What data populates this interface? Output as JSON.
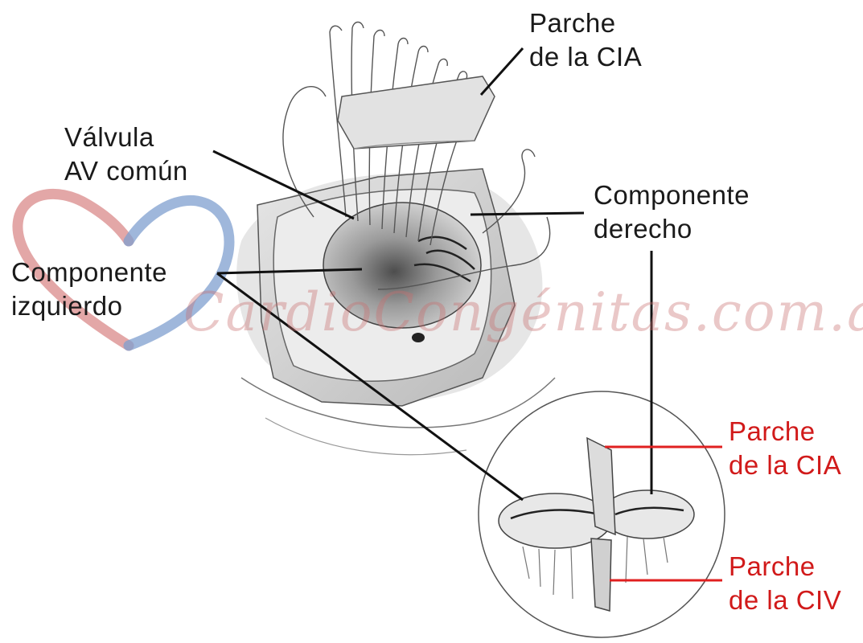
{
  "labels": {
    "parche_cia_top_1": "Parche",
    "parche_cia_top_2": "de la CIA",
    "valvula_1": "Válvula",
    "valvula_2": "AV común",
    "comp_derecho_1": "Componente",
    "comp_derecho_2": "derecho",
    "comp_izquierdo_1": "Componente",
    "comp_izquierdo_2": "izquierdo",
    "parche_cia_inset_1": "Parche",
    "parche_cia_inset_2": "de la CIA",
    "parche_civ_inset_1": "Parche",
    "parche_civ_inset_2": "de la CIV"
  },
  "watermark": "CardioCongénitas.com.ar",
  "colors": {
    "label_text": "#1a1a1a",
    "inset_label_text": "#d11a1a",
    "leader_line": "#111111",
    "inset_leader_line": "#e02020",
    "logo_heart_left": "#d98a8a",
    "logo_heart_right": "#7f9fcf"
  }
}
